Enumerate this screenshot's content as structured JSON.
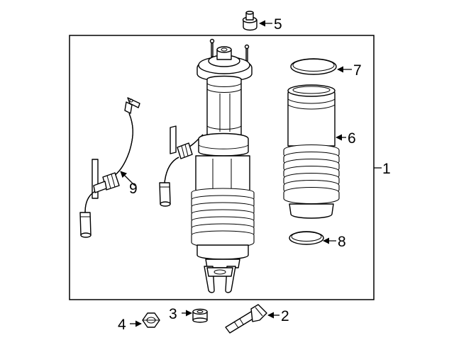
{
  "callouts": {
    "c1": "1",
    "c2": "2",
    "c3": "3",
    "c4": "4",
    "c5": "5",
    "c6": "6",
    "c7": "7",
    "c8": "8",
    "c9": "9"
  },
  "colors": {
    "line": "#000000",
    "background": "#ffffff"
  }
}
